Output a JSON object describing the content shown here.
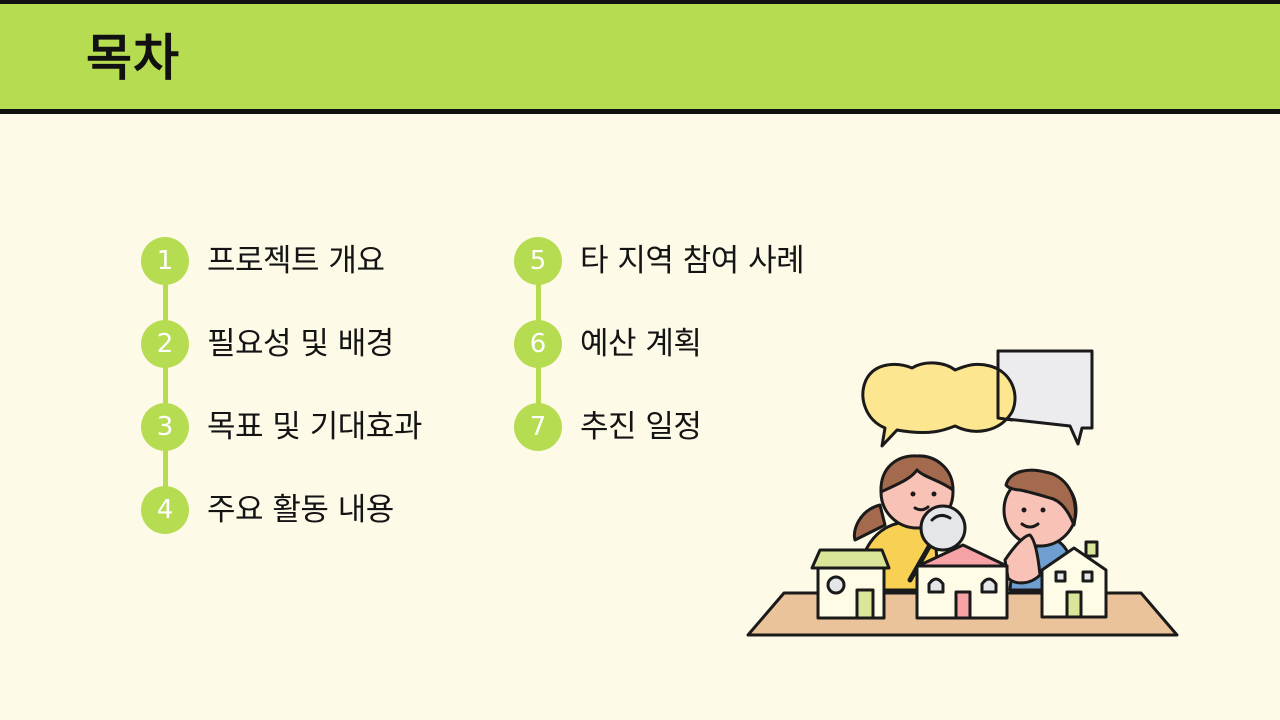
{
  "slide": {
    "title": "목차",
    "colors": {
      "accent": "#b6dc52",
      "background": "#fefae8",
      "text": "#141414"
    }
  },
  "toc": {
    "left": [
      {
        "num": "1",
        "label": "프로젝트 개요"
      },
      {
        "num": "2",
        "label": "필요성 및 배경"
      },
      {
        "num": "3",
        "label": "목표 및 기대효과"
      },
      {
        "num": "4",
        "label": "주요 활동 내용"
      }
    ],
    "right": [
      {
        "num": "5",
        "label": "타 지역 참여 사례"
      },
      {
        "num": "6",
        "label": "예산 계획"
      },
      {
        "num": "7",
        "label": "추진 일정"
      }
    ]
  },
  "illustration": {
    "icon": "people-examining-houses-illustration"
  }
}
